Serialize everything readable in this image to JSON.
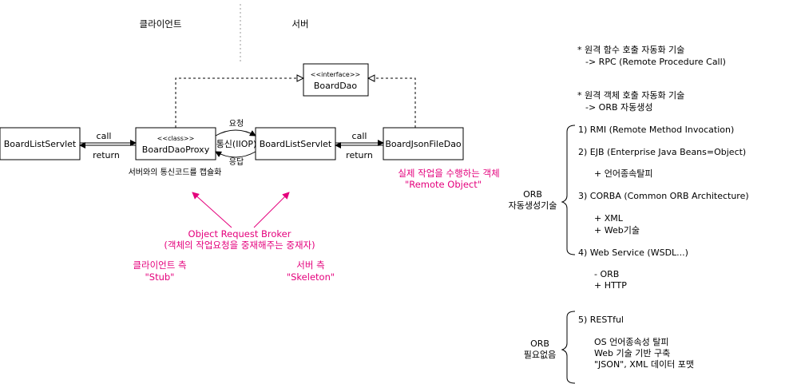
{
  "sections": {
    "client": "클라이언트",
    "server": "서버"
  },
  "boxes": {
    "board_dao_stereotype": "<<interface>>",
    "board_dao": "BoardDao",
    "board_list_servlet_client": "BoardListServlet",
    "proxy_stereotype": "<<class>>",
    "proxy": "BoardDaoProxy",
    "board_list_servlet_server": "BoardListServlet",
    "json_file_dao": "BoardJsonFileDao"
  },
  "arrows": {
    "call_left": "call",
    "return_left": "return",
    "request": "요청",
    "comm": "통신(IIOP)",
    "response": "응답",
    "call_right": "call",
    "return_right": "return"
  },
  "notes": {
    "proxy_note": "서버와의 통신코드를 캡슐화",
    "real_object_line1": "실제 작업을 수행하는 객체",
    "real_object_line2": "\"Remote Object\"",
    "orb_line1": "Object Request Broker",
    "orb_line2": "(객체의 작업요청을 중재해주는 중재자)",
    "client_side_line1": "클라이언트 측",
    "client_side_line2": "\"Stub\"",
    "server_side_line1": "서버 측",
    "server_side_line2": "\"Skeleton\""
  },
  "right_panel": {
    "rpc_line1": "* 원격 함수 호출 자동화 기술",
    "rpc_line2": "-> RPC (Remote Procedure Call)",
    "orb_auto_line1": "* 원격 객체 호출 자동화 기술",
    "orb_auto_line2": "-> ORB 자동생성",
    "orb_group_line1": "ORB",
    "orb_group_line2": "자동생성기술",
    "items": {
      "rmi": "1) RMI (Remote Method Invocation)",
      "ejb": "2) EJB (Enterprise Java Beans=Object)",
      "ejb_sub": "+ 언어종속탈피",
      "corba": "3) CORBA (Common ORB Architecture)",
      "corba_sub1": "+ XML",
      "corba_sub2": "+ Web기술",
      "ws": "4) Web Service (WSDL...)",
      "ws_sub1": "- ORB",
      "ws_sub2": "+ HTTP"
    },
    "no_orb_line1": "ORB",
    "no_orb_line2": "필요없음",
    "rest": {
      "title": "5) RESTful",
      "l1": "OS 언어종속성 탈피",
      "l2": "Web 기술 기반 구축",
      "l3": "\"JSON\", XML 데이터 포맷"
    }
  },
  "colors": {
    "accent": "#e4007c",
    "line": "#000000",
    "guide": "#9a9a9a"
  }
}
